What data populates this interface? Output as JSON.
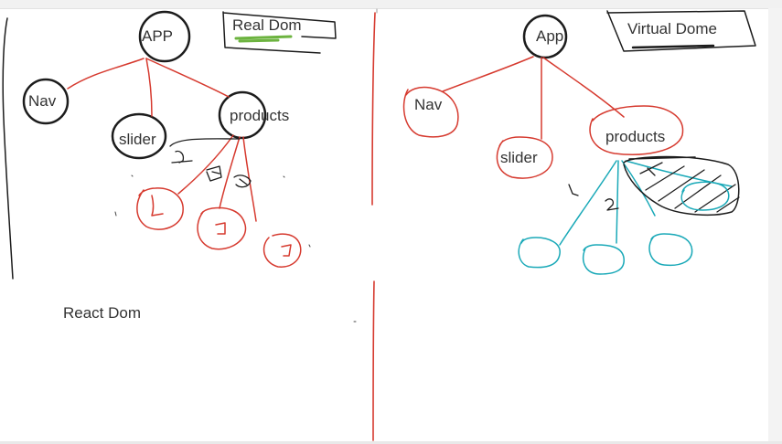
{
  "real_dom": {
    "title": "Real Dom",
    "nodes": {
      "app": "APP",
      "nav": "Nav",
      "slider": "slider",
      "products": "products"
    },
    "numbers": [
      "1",
      "2",
      "3"
    ],
    "footer_label": "React Dom"
  },
  "virtual_dom": {
    "title": "Virtual Dome",
    "nodes": {
      "app": "App",
      "nav": "Nav",
      "slider": "slider",
      "products": "products"
    },
    "numbers": [
      "1",
      "2"
    ]
  },
  "colors": {
    "red_ink": "#d63a2f",
    "black_ink": "#1c1c1c",
    "cyan_ink": "#1aa9b8",
    "green_ink": "#6cb33f"
  }
}
